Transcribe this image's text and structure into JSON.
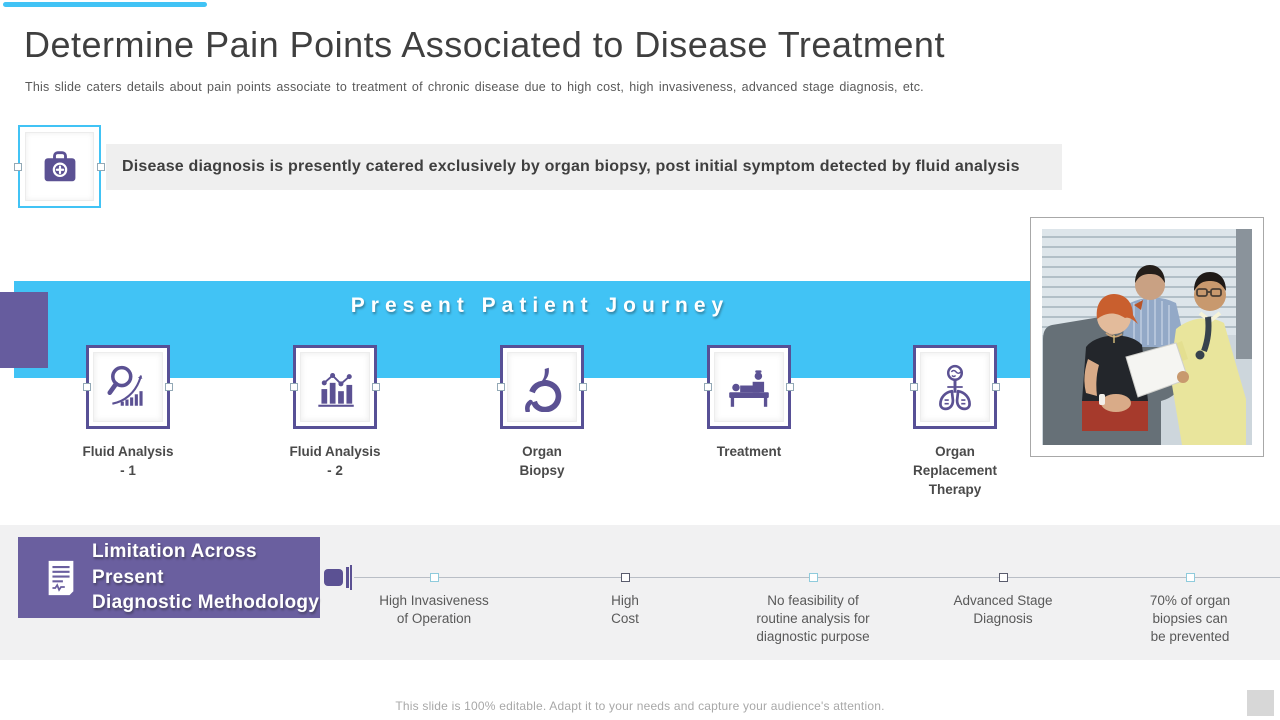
{
  "colors": {
    "accent-blue": "#41c3f5",
    "icon-purple": "#5b5193",
    "panel-purple": "#6a5f9f",
    "block-purple": "#665c9e",
    "marker-blue": "#8fcbdc",
    "marker-dark": "#5a5c6d",
    "strip-gray": "#f1f1f2",
    "bar-gray": "#efefef",
    "title-gray": "#3f3f3f",
    "body-gray": "#595959",
    "footer-gray": "#a8a8a8"
  },
  "header": {
    "title": "Determine Pain Points Associated to Disease Treatment",
    "subtitle": "This slide caters details about pain points associate to treatment of chronic disease due to high cost, high invasiveness, advanced stage diagnosis, etc."
  },
  "highlight": {
    "icon": "medical-kit-icon",
    "text": "Disease diagnosis is presently catered exclusively by organ biopsy, post initial symptom detected by fluid analysis"
  },
  "journey": {
    "title": "Present Patient Journey",
    "steps": [
      {
        "icon": "fluid-analysis-search-icon",
        "label": "Fluid Analysis\n- 1"
      },
      {
        "icon": "fluid-analysis-chart-icon",
        "label": "Fluid Analysis\n- 2"
      },
      {
        "icon": "stomach-icon",
        "label": "Organ\nBiopsy"
      },
      {
        "icon": "patient-bed-icon",
        "label": "Treatment"
      },
      {
        "icon": "organ-lungs-icon",
        "label": "Organ\nReplacement\nTherapy"
      }
    ]
  },
  "limitations": {
    "heading": "Limitation Across Present\nDiagnostic Methodology",
    "items": [
      {
        "label": "High Invasiveness\nof Operation"
      },
      {
        "label": "High\nCost"
      },
      {
        "label": "No feasibility of\nroutine analysis for\ndiagnostic purpose"
      },
      {
        "label": "Advanced Stage\nDiagnosis"
      },
      {
        "label": "70% of organ\nbiopsies can\nbe prevented"
      }
    ]
  },
  "footer": {
    "note": "This slide is 100% editable. Adapt it to your needs and capture your audience's attention."
  }
}
